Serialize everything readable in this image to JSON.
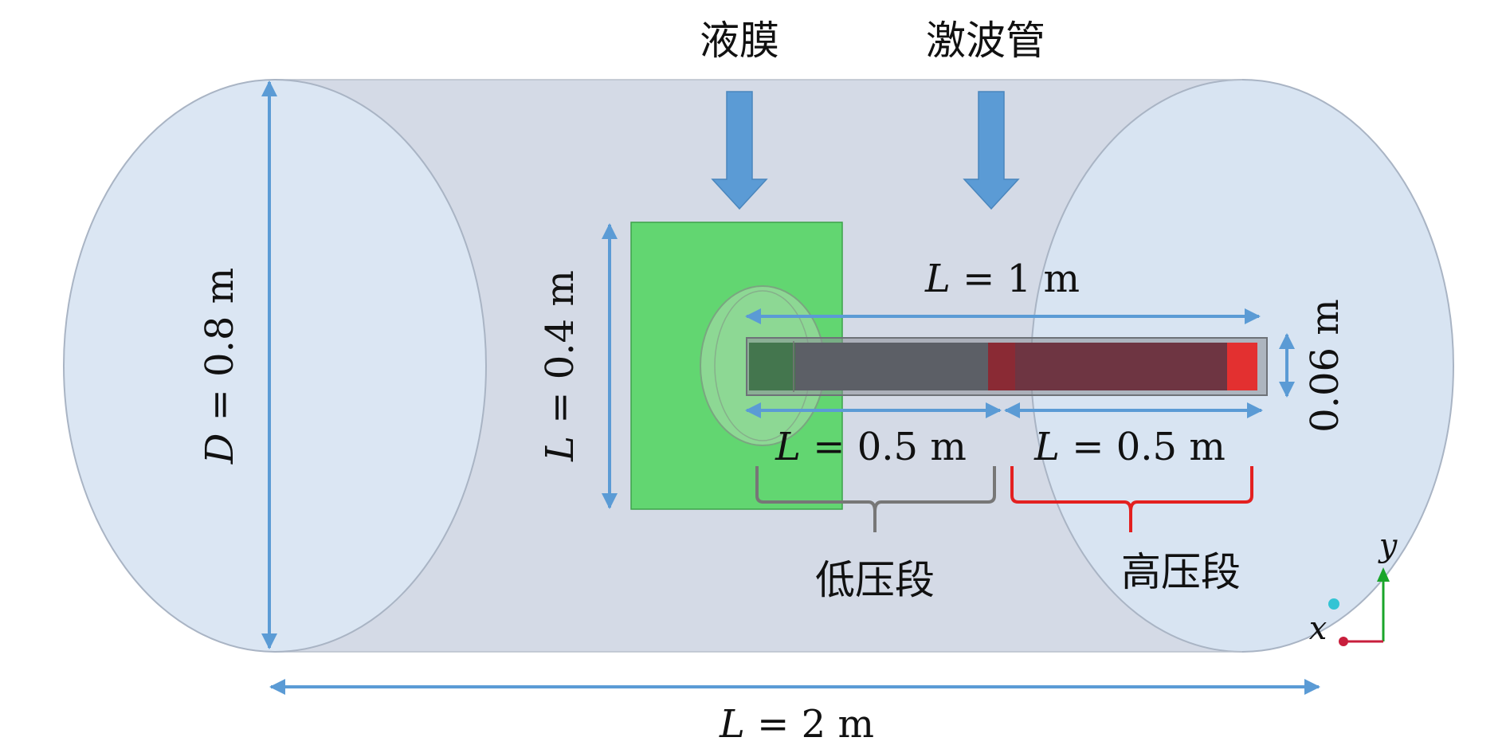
{
  "labels": {
    "film": "液膜",
    "shock_tube": "激波管",
    "low_pressure": "低压段",
    "high_pressure": "高压段"
  },
  "dimensions": {
    "diameter": {
      "var": "D",
      "value": "0.8",
      "unit": "m"
    },
    "total_length": {
      "var": "L",
      "value": "2",
      "unit": "m"
    },
    "tube_length": {
      "var": "L",
      "value": "1",
      "unit": "m"
    },
    "film_length": {
      "var": "L",
      "value": "0.4",
      "unit": "m"
    },
    "low_section": {
      "var": "L",
      "value": "0.5",
      "unit": "m"
    },
    "high_section": {
      "var": "L",
      "value": "0.5",
      "unit": "m"
    },
    "tube_diameter": {
      "value": "0.06",
      "unit": "m"
    }
  },
  "axes": {
    "x": "x",
    "y": "y"
  },
  "colors": {
    "dimension_arrow": "#5b9bd5",
    "pointer_arrow": "#5b9bd5",
    "cylinder_face": "#dbe6f3",
    "cylinder_body": "#d4dae6",
    "film": "#5cd66a",
    "tube": "#5c5f66",
    "high_pressure": "#7a3543",
    "high_pressure_end": "#e33030",
    "low_brace": "#777777",
    "high_brace": "#e32020"
  }
}
